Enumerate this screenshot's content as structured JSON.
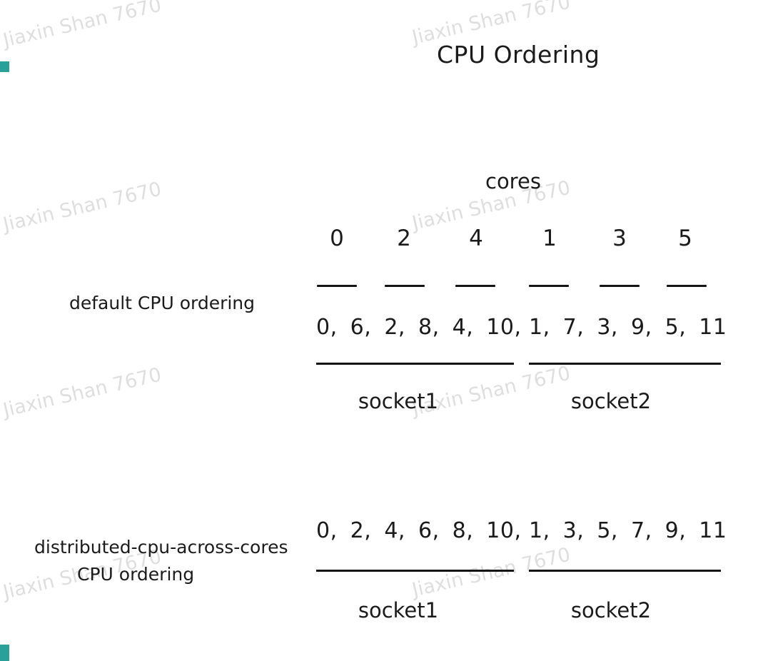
{
  "title": "CPU Ordering",
  "watermark": "Jiaxin Shan 7670",
  "cores_label": "cores",
  "core_numbers": [
    "0",
    "2",
    "4",
    "1",
    "3",
    "5"
  ],
  "default_section": {
    "label": "default  CPU ordering",
    "socket1_cpus": "0, 6, 2, 8, 4, 10,",
    "socket2_cpus": "1, 7, 3, 9, 5, 11",
    "socket1_label": "socket1",
    "socket2_label": "socket2"
  },
  "distributed_section": {
    "label_line1": "distributed-cpu-across-cores",
    "label_line2": "CPU ordering",
    "socket1_cpus": "0, 2, 4, 6, 8, 10,",
    "socket2_cpus": "1, 3, 5, 7, 9, 11",
    "socket1_label": "socket1",
    "socket2_label": "socket2"
  },
  "colors": {
    "accent_teal": "#2aa198",
    "text": "#1b1b1b",
    "watermark_gray": "#d9d9d9",
    "line_black": "#141414"
  }
}
